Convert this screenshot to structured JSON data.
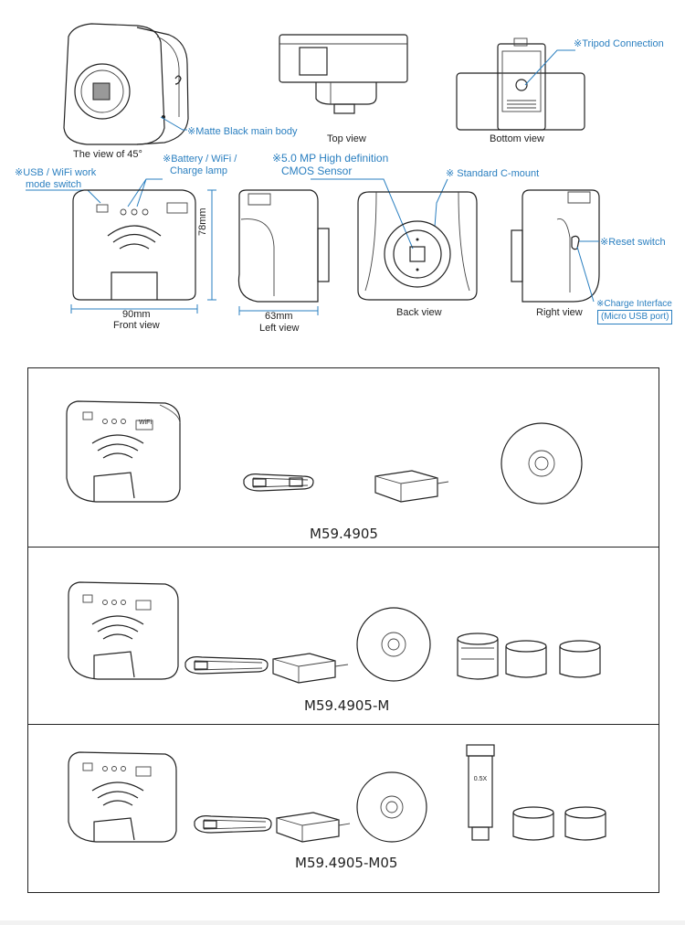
{
  "views": {
    "view45": "The view of 45°",
    "top": "Top view",
    "bottom": "Bottom view",
    "front": "Front view",
    "left": "Left view",
    "back": "Back view",
    "right": "Right view"
  },
  "callouts": {
    "matte_body": "※Matte Black main body",
    "tripod": "※Tripod Connection",
    "usb_wifi_line1": "※USB / WiFi work",
    "usb_wifi_line2": "mode switch",
    "battery_line1": "※Battery / WiFi /",
    "battery_line2": "Charge lamp",
    "sensor_line1": "※5.0 MP High definition",
    "sensor_line2": "CMOS Sensor",
    "cmount": "※ Standard C-mount",
    "reset": "※Reset switch",
    "charge_line1": "※Charge Interface",
    "charge_line2": "(Micro USB port)"
  },
  "dimensions": {
    "width_front": "90mm",
    "height_front": "78mm",
    "depth_left": "63mm"
  },
  "device_labels": {
    "wifi_badge": "WiFi",
    "lens_tag": "0.5X"
  },
  "kits": [
    {
      "name": "M59.4905"
    },
    {
      "name": "M59.4905-M"
    },
    {
      "name": "M59.4905-M05"
    }
  ],
  "colors": {
    "accent": "#2a7fc0",
    "line": "#222222"
  }
}
